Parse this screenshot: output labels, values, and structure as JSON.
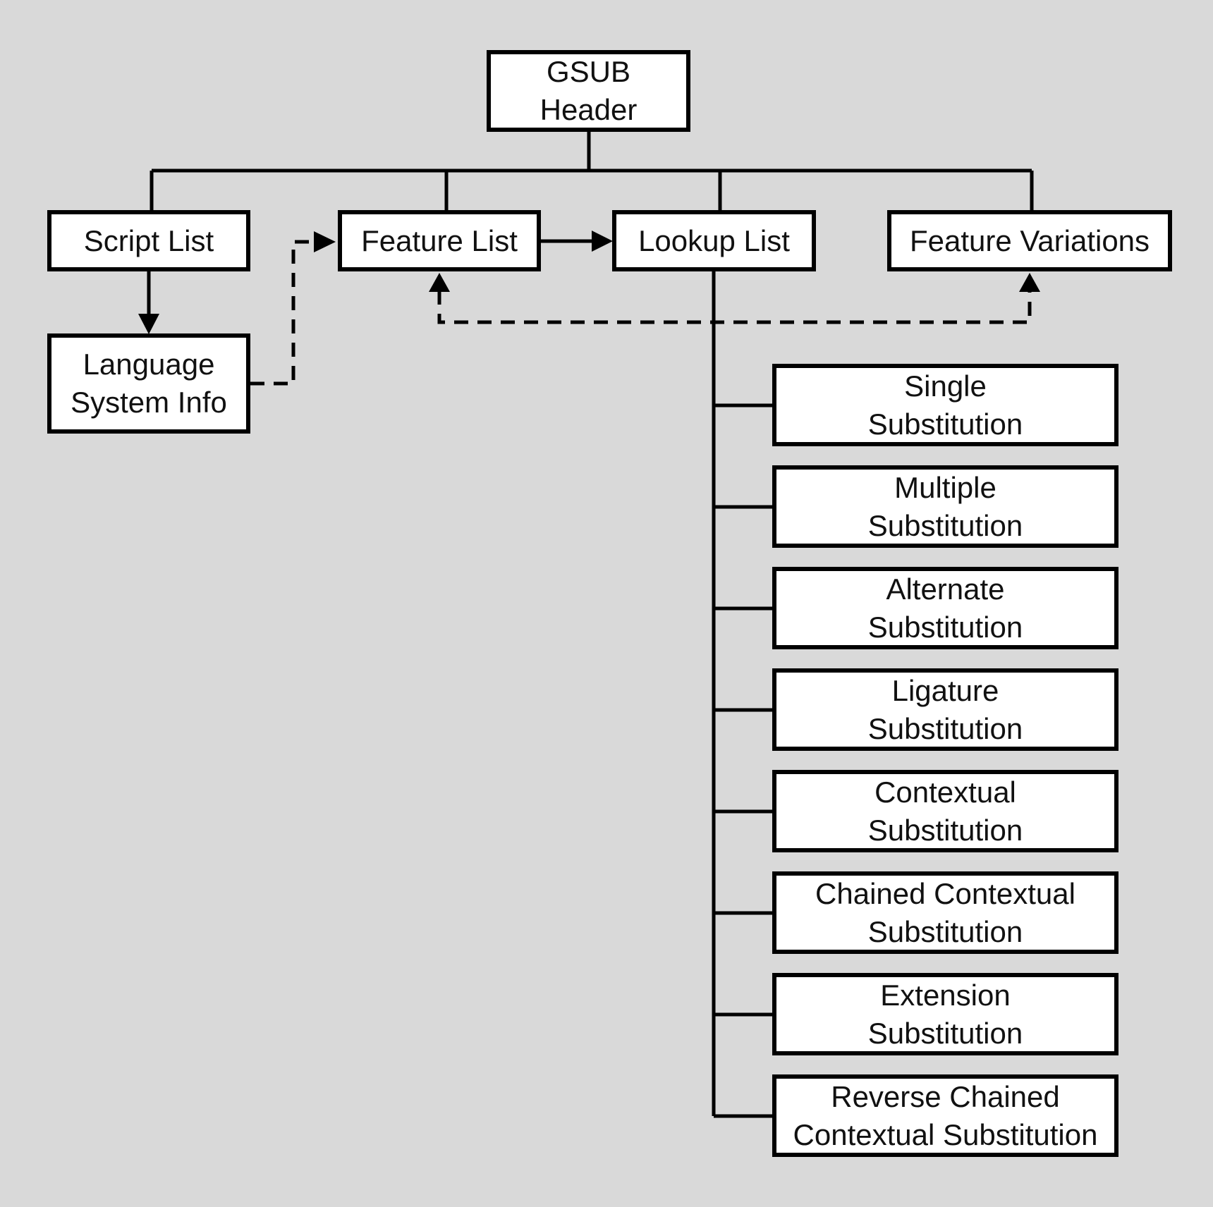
{
  "background_color": "#d9d9d9",
  "box_fill": "#ffffff",
  "line_color": "#000000",
  "nodes": {
    "gsub_header": {
      "lines": [
        "GSUB",
        "Header"
      ]
    },
    "script_list": {
      "lines": [
        "Script List"
      ]
    },
    "feature_list": {
      "lines": [
        "Feature List"
      ]
    },
    "lookup_list": {
      "lines": [
        "Lookup List"
      ]
    },
    "feature_variations": {
      "lines": [
        "Feature Variations"
      ]
    },
    "language_system_info": {
      "lines": [
        "Language",
        "System Info"
      ]
    },
    "lookup_types": [
      {
        "lines": [
          "Single",
          "Substitution"
        ]
      },
      {
        "lines": [
          "Multiple",
          "Substitution"
        ]
      },
      {
        "lines": [
          "Alternate",
          "Substitution"
        ]
      },
      {
        "lines": [
          "Ligature",
          "Substitution"
        ]
      },
      {
        "lines": [
          "Contextual",
          "Substitution"
        ]
      },
      {
        "lines": [
          "Chained Contextual",
          "Substitution"
        ]
      },
      {
        "lines": [
          "Extension",
          "Substitution"
        ]
      },
      {
        "lines": [
          "Reverse Chained",
          "Contextual Substitution"
        ]
      }
    ]
  },
  "edges": [
    {
      "from": "gsub_header",
      "to": "script_list",
      "line": "solid",
      "arrowhead": false
    },
    {
      "from": "gsub_header",
      "to": "feature_list",
      "line": "solid",
      "arrowhead": false
    },
    {
      "from": "gsub_header",
      "to": "lookup_list",
      "line": "solid",
      "arrowhead": false
    },
    {
      "from": "gsub_header",
      "to": "feature_variations",
      "line": "solid",
      "arrowhead": false
    },
    {
      "from": "script_list",
      "to": "language_system_info",
      "line": "solid",
      "arrowhead": true
    },
    {
      "from": "language_system_info",
      "to": "feature_list",
      "line": "dashed",
      "arrowhead": true
    },
    {
      "from": "feature_list",
      "to": "lookup_list",
      "line": "solid",
      "arrowhead": true
    },
    {
      "from": "lookup_list",
      "to": "feature_list",
      "line": "dashed",
      "arrowhead": true
    },
    {
      "from": "lookup_list",
      "to": "feature_variations",
      "line": "dashed",
      "arrowhead": true
    },
    {
      "from": "lookup_list",
      "to": "lookup_types.0",
      "line": "solid",
      "arrowhead": false
    },
    {
      "from": "lookup_list",
      "to": "lookup_types.1",
      "line": "solid",
      "arrowhead": false
    },
    {
      "from": "lookup_list",
      "to": "lookup_types.2",
      "line": "solid",
      "arrowhead": false
    },
    {
      "from": "lookup_list",
      "to": "lookup_types.3",
      "line": "solid",
      "arrowhead": false
    },
    {
      "from": "lookup_list",
      "to": "lookup_types.4",
      "line": "solid",
      "arrowhead": false
    },
    {
      "from": "lookup_list",
      "to": "lookup_types.5",
      "line": "solid",
      "arrowhead": false
    },
    {
      "from": "lookup_list",
      "to": "lookup_types.6",
      "line": "solid",
      "arrowhead": false
    },
    {
      "from": "lookup_list",
      "to": "lookup_types.7",
      "line": "solid",
      "arrowhead": false
    }
  ]
}
